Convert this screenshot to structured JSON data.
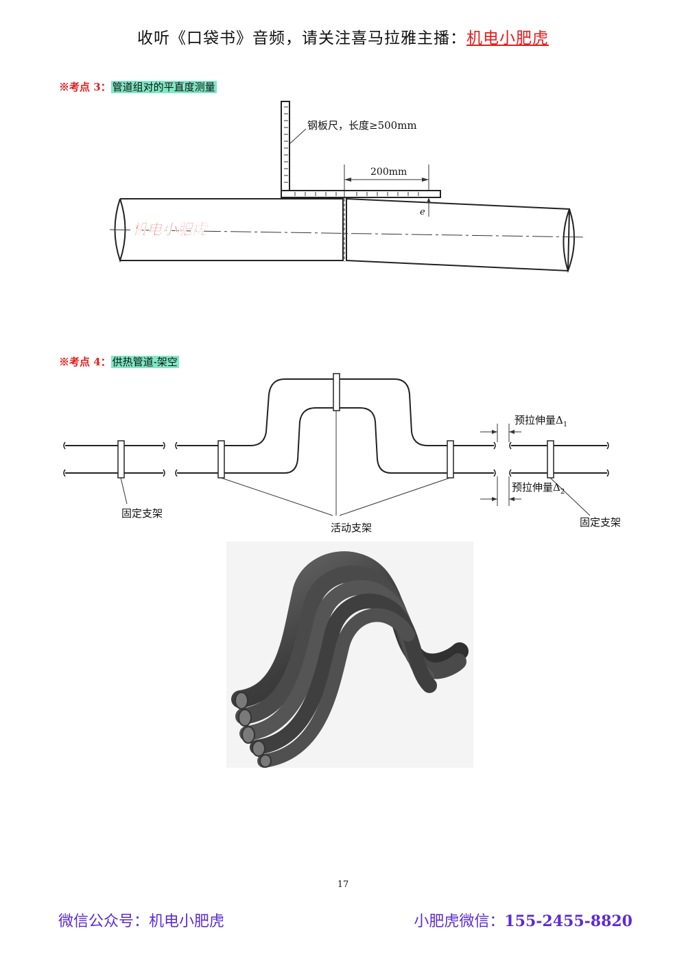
{
  "header": {
    "prefix": "收听《口袋书》音频，请关注喜马拉雅主播：",
    "brand": "机电小肥虎"
  },
  "section3": {
    "mark": "※考点 3：",
    "title": "管道组对的平直度测量",
    "diagram": {
      "ruler_label": "钢板尺，长度≥500mm",
      "dimension_label": "200mm",
      "gap_label": "e",
      "watermark": "机电小肥虎"
    }
  },
  "section4": {
    "mark": "※考点 4：",
    "title": "供热管道-架空",
    "diagram": {
      "prestretch1": "预拉伸量Δ",
      "prestretch1_sub": "1",
      "prestretch2": "预拉伸量Δ",
      "prestretch2_sub": "2",
      "fixed_support_left": "固定支架",
      "sliding_support": "活动支架",
      "fixed_support_right": "固定支架"
    }
  },
  "page_number": "17",
  "footer": {
    "left": "微信公众号：机电小肥虎",
    "right_label": "小肥虎微信：",
    "right_phone": "155-2455-8820"
  }
}
